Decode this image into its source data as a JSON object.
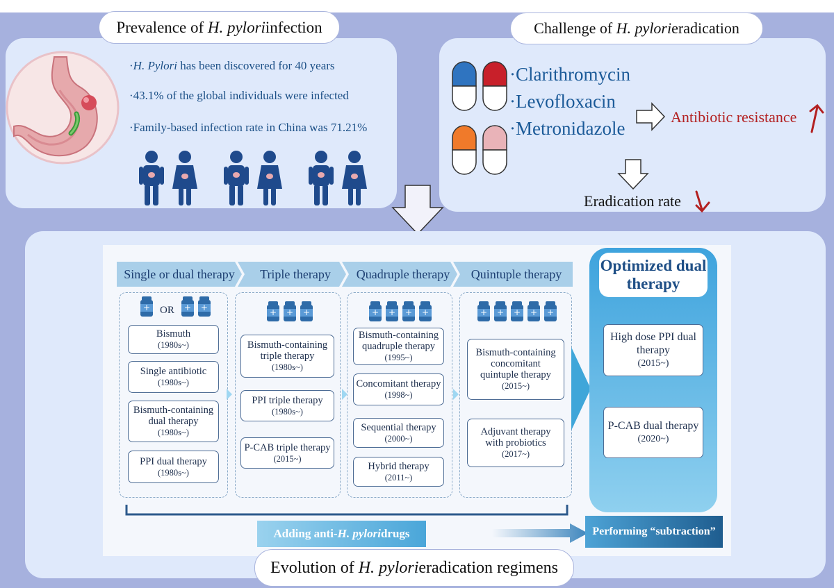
{
  "prevalence": {
    "title_pre": "Prevalence of ",
    "title_em": "H. pylori",
    "title_post": " infection",
    "b1_em": "H. Pylori",
    "b1_rest": " has been discovered for 40 years",
    "b2": "43.1% of the global individuals were infected",
    "b3": "Family-based infection rate in China was 71.21%",
    "bullet_mark": "·"
  },
  "challenge": {
    "title_pre": "Challenge of ",
    "title_em": "H. pylori",
    "title_post": " eradication",
    "drugs": [
      "·Clarithromycin",
      "·Levofloxacin",
      "·Metronidazole"
    ],
    "resistance": "Antibiotic resistance",
    "eradication": "Eradication rate"
  },
  "evolution": {
    "stages": [
      "Single or dual therapy",
      "Triple therapy",
      "Quadruple therapy",
      "Quintuple therapy"
    ],
    "or_label": "OR",
    "col1": [
      {
        "name": "Bismuth",
        "year": "(1980s~)"
      },
      {
        "name": "Single antibiotic",
        "year": "(1980s~)"
      },
      {
        "name": "Bismuth-containing dual therapy",
        "year": "(1980s~)"
      },
      {
        "name": "PPI dual therapy",
        "year": "(1980s~)"
      }
    ],
    "col2": [
      {
        "name": "Bismuth-containing triple therapy",
        "year": "(1980s~)"
      },
      {
        "name": "PPI triple therapy",
        "year": "(1980s~)"
      },
      {
        "name": "P-CAB triple therapy",
        "year": "(2015~)"
      }
    ],
    "col3": [
      {
        "name": "Bismuth-containing quadruple therapy",
        "year": "(1995~)"
      },
      {
        "name": "Concomitant therapy",
        "year": "(1998~)"
      },
      {
        "name": "Sequential therapy",
        "year": "(2000~)"
      },
      {
        "name": "Hybrid therapy",
        "year": "(2011~)"
      }
    ],
    "col4": [
      {
        "name": "Bismuth-containing concomitant quintuple therapy",
        "year": "(2015~)"
      },
      {
        "name": "Adjuvant therapy with probiotics",
        "year": "(2017~)"
      }
    ],
    "optimized_title": "Optimized dual therapy",
    "optimized": [
      {
        "name": "High dose PPI dual therapy",
        "year": "(2015~)"
      },
      {
        "name": "P-CAB dual therapy",
        "year": "(2020~)"
      }
    ],
    "adding_pre": "Adding anti-",
    "adding_em": "H. pylori",
    "adding_post": " drugs",
    "subtraction": "Performing “subtraction”",
    "footer_pre": "Evolution of ",
    "footer_em": "H. pylori",
    "footer_post": " eradication regimens"
  },
  "colors": {
    "background": "#a6b1de",
    "panel": "#dfe9fb",
    "drug_text": "#1b5a98",
    "resistance_red": "#b32021",
    "stage_bar": "#a9cfe9",
    "optimized_panel": "#5fb3df",
    "pill_blue": "#2f74c0",
    "pill_red": "#c8202a",
    "pill_orange": "#f07a2a",
    "pill_pink": "#e9b3b8"
  },
  "icons": [
    "stomach-illustration",
    "person-icon",
    "capsule-icon",
    "medicine-bottle-icon",
    "hollow-arrow-icon",
    "red-up-arrow-icon",
    "red-down-arrow-icon"
  ]
}
